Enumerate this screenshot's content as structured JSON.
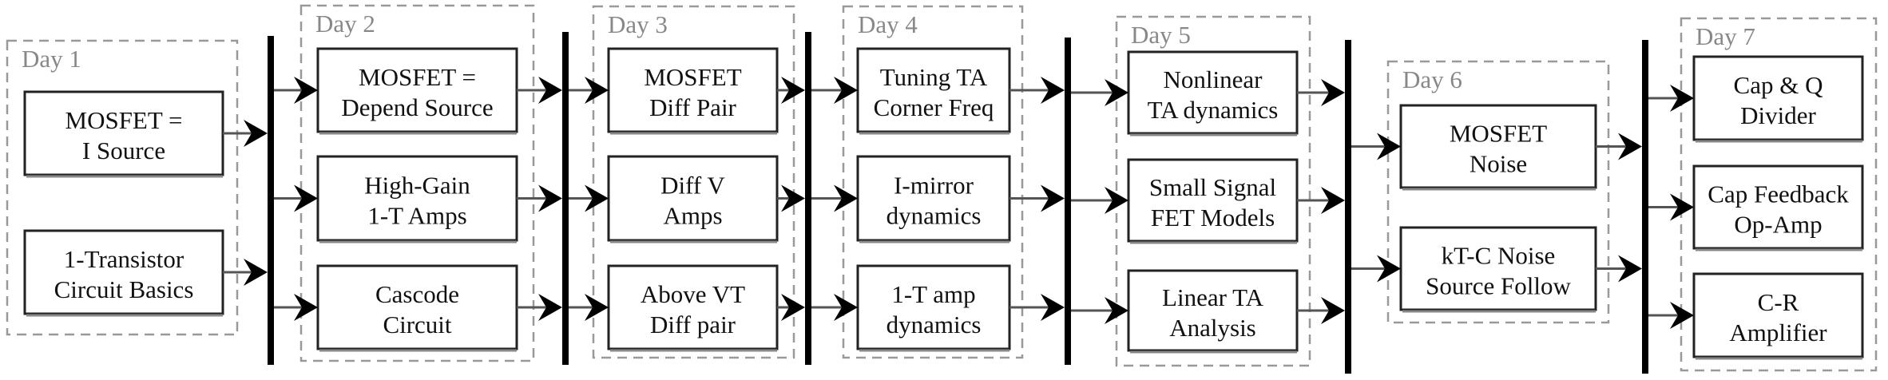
{
  "days": [
    {
      "label": "Day 1",
      "topics": [
        [
          "MOSFET =",
          "I Source"
        ],
        [
          "1-Transistor",
          "Circuit Basics"
        ]
      ]
    },
    {
      "label": "Day 2",
      "topics": [
        [
          "MOSFET =",
          "Depend Source"
        ],
        [
          "High-Gain",
          "1-T Amps"
        ],
        [
          "Cascode",
          "Circuit"
        ]
      ]
    },
    {
      "label": "Day 3",
      "topics": [
        [
          "MOSFET",
          "Diff Pair"
        ],
        [
          "Diff V",
          "Amps"
        ],
        [
          "Above VT",
          "Diff pair"
        ]
      ]
    },
    {
      "label": "Day 4",
      "topics": [
        [
          "Tuning TA",
          "Corner Freq"
        ],
        [
          "I-mirror",
          "dynamics"
        ],
        [
          "1-T amp",
          "dynamics"
        ]
      ]
    },
    {
      "label": "Day 5",
      "topics": [
        [
          "Nonlinear",
          "TA dynamics"
        ],
        [
          "Small Signal",
          "FET Models"
        ],
        [
          "Linear TA",
          "Analysis"
        ]
      ]
    },
    {
      "label": "Day 6",
      "topics": [
        [
          "MOSFET",
          "Noise"
        ],
        [
          "kT-C Noise",
          "Source Follow"
        ]
      ]
    },
    {
      "label": "Day 7",
      "topics": [
        [
          "Cap & Q",
          "Divider"
        ],
        [
          "Cap Feedback",
          "Op-Amp"
        ],
        [
          "C-R",
          "Amplifier"
        ]
      ]
    }
  ],
  "colors": {
    "group_border": "#999999",
    "day_label": "#888888",
    "box_border": "#222222",
    "sync_bar": "#000000",
    "arrow": "#000000"
  }
}
